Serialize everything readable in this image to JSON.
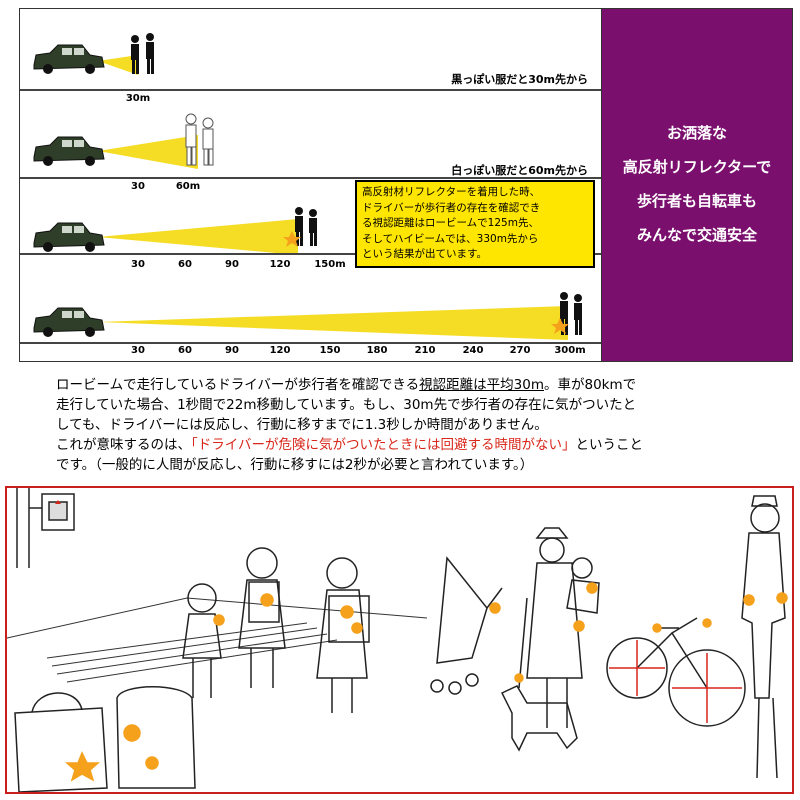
{
  "colors": {
    "promo_bg": "#7a0f6e",
    "beam": "#f5dc25",
    "car": "#2f3e28",
    "notice_bg": "#ffe600",
    "reflector": "#f5a11c",
    "frame_red": "#c81e1e"
  },
  "diagram": {
    "rows": [
      {
        "caption": "黒っぽい服だと30m先から",
        "ticks": [
          "30m"
        ],
        "beam_reach_m": 30,
        "pedestrian_style": "dark"
      },
      {
        "caption": "白っぽい服だと60m先から",
        "ticks": [
          "30",
          "60m"
        ],
        "beam_reach_m": 60,
        "pedestrian_style": "white"
      },
      {
        "caption": "",
        "ticks": [
          "30",
          "60",
          "90",
          "120",
          "150m"
        ],
        "beam_reach_m": 125,
        "pedestrian_style": "reflector"
      },
      {
        "caption": "",
        "ticks": [
          "30",
          "60",
          "90",
          "120",
          "150",
          "180",
          "210",
          "240",
          "270",
          "300m"
        ],
        "beam_reach_m": 300,
        "pedestrian_style": "reflector"
      }
    ],
    "notice_lines": [
      "高反射材リフレクターを着用した時、",
      "ドライバーが歩行者の存在を確認でき",
      "る視認距離はロービームで125m先、",
      "そしてハイビームでは、330m先から",
      "という結果が出ています。"
    ]
  },
  "promo": {
    "lines": [
      "お洒落な",
      "高反射リフレクターで",
      "歩行者も自転車も",
      "みんなで交通安全"
    ]
  },
  "paragraph": {
    "line1": {
      "a": "ロービームで走行しているドライバーが歩行者を確認できる",
      "b": "視認距離は平均30m",
      "c": "。車が80kmで"
    },
    "line2": "走行していた場合、1秒間で22m移動しています。もし、30m先で歩行者の存在に気がついたと",
    "line3": "しても、ドライバーには反応し、行動に移すまでに1.3秒しか時間がありません。",
    "line4": {
      "a": "これが意味するのは、",
      "b": "「ドライバーが危険に気がついたときには回避する時間がない」",
      "c": "ということ"
    },
    "line5": "です。（一般的に人間が反応し、行動に移すには2秒が必要と言われています。）"
  },
  "illustration": {
    "icons": [
      "traffic-signal-icon",
      "children-group-icon",
      "school-bags-icon",
      "stroller-icon",
      "woman-with-child-icon",
      "dog-icon",
      "bicycle-icon",
      "man-icon"
    ]
  }
}
